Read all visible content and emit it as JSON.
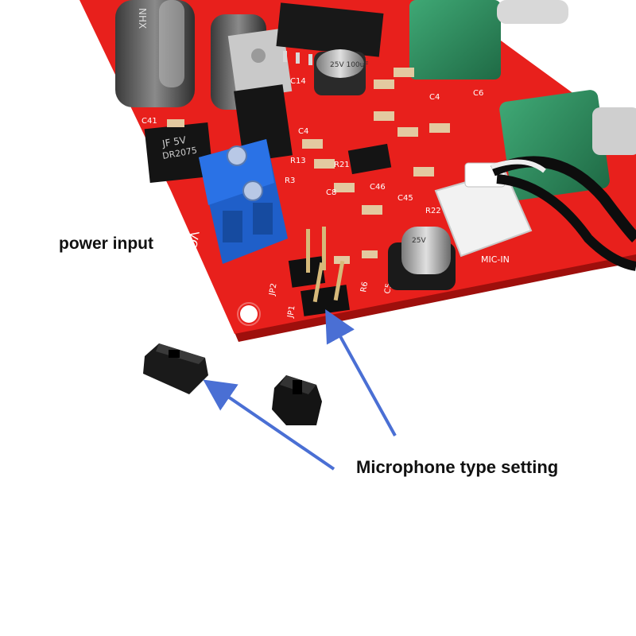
{
  "labels": {
    "power_input": "power input",
    "microphone_type_setting": "Microphone type setting"
  },
  "board_silkscreen": {
    "vcc": "VCC",
    "mic_in": "MIC-IN",
    "jp1": "JP1",
    "jp2": "JP2",
    "c41": "C41",
    "c4": "C4",
    "c5": "C5",
    "c6": "C6",
    "c8": "C8",
    "c14": "C14",
    "c45": "C45",
    "c46": "C46",
    "r3": "R3",
    "r6": "R6",
    "r13": "R13",
    "r21": "R21",
    "r22": "R22",
    "regulator_marking": "JF 5V DR2075",
    "cap_marking": "25V 100uF"
  },
  "colors": {
    "pcb": "#e8201c",
    "terminal": "#1f5fc9",
    "arrow": "#4a6fd4",
    "potentiometer": "#2e8a5c",
    "jumper": "#1a1a1a"
  }
}
